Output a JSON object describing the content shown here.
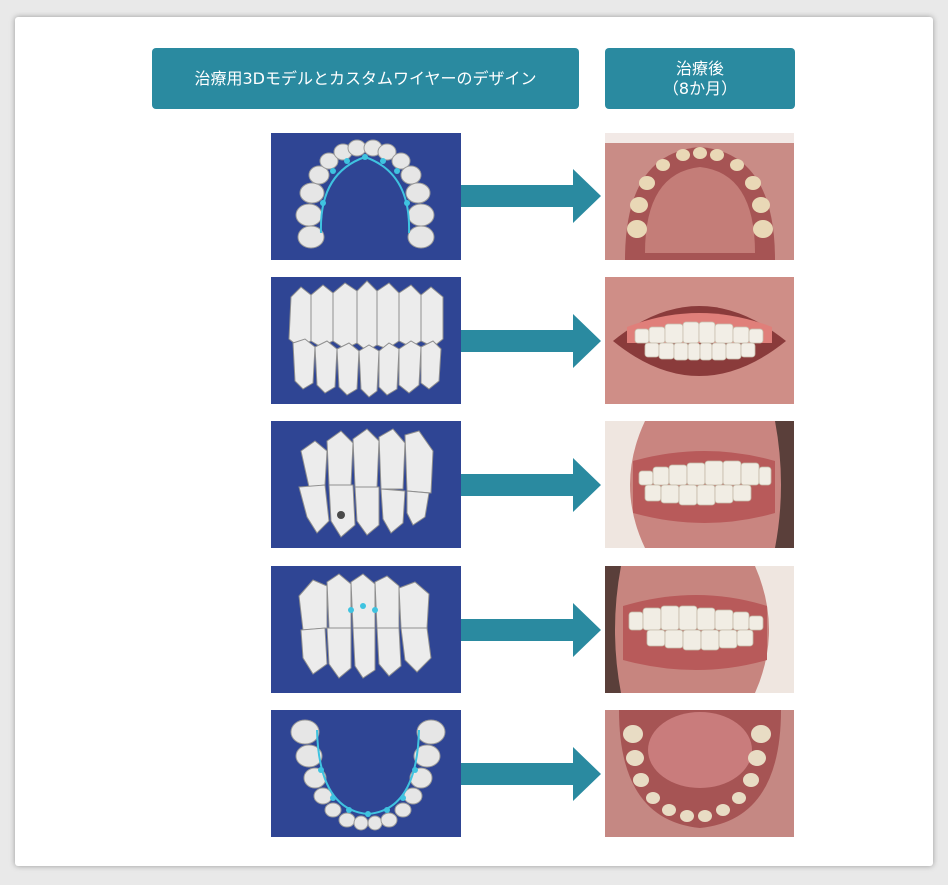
{
  "headers": {
    "design": "治療用3Dモデルとカスタムワイヤーのデザイン",
    "after_line1": "治療後",
    "after_line2": "（8か月）"
  },
  "colors": {
    "header_bg": "#2a8aa0",
    "arrow": "#2a8aa0",
    "model_bg": "#2f4594"
  },
  "rows": [
    {
      "model": "upper-arch-occlusal-3d-model",
      "photo": "upper-arch-occlusal-photo"
    },
    {
      "model": "frontal-3d-model",
      "photo": "frontal-smile-photo"
    },
    {
      "model": "right-lateral-3d-model",
      "photo": "right-lateral-photo"
    },
    {
      "model": "left-lateral-3d-model",
      "photo": "left-lateral-photo"
    },
    {
      "model": "lower-arch-occlusal-3d-model",
      "photo": "lower-arch-occlusal-photo"
    }
  ]
}
